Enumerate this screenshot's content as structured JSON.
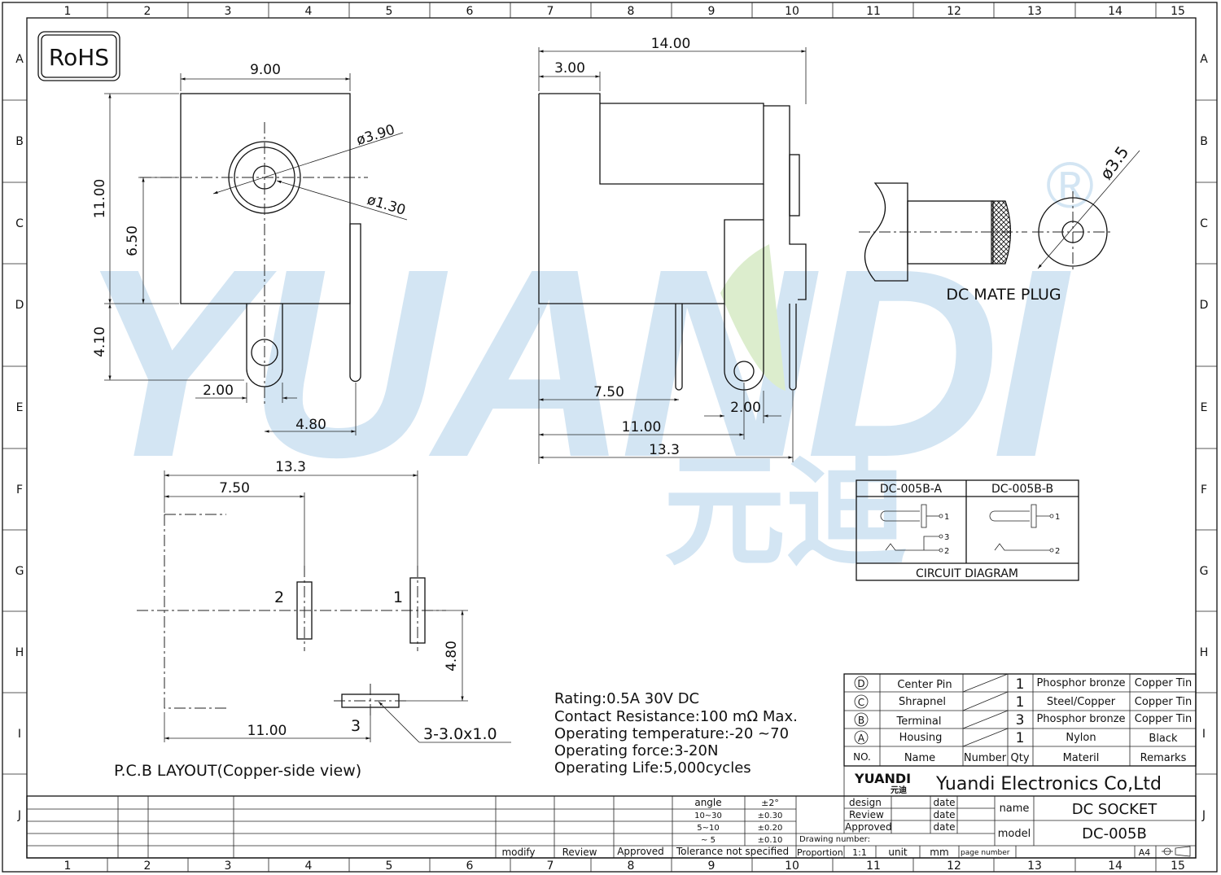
{
  "grid": {
    "columns": [
      "1",
      "2",
      "3",
      "4",
      "5",
      "6",
      "7",
      "8",
      "9",
      "10",
      "11",
      "12",
      "13",
      "14",
      "15"
    ],
    "rows": [
      "A",
      "B",
      "C",
      "D",
      "E",
      "F",
      "G",
      "H",
      "I",
      "J"
    ]
  },
  "rohs_badge": "RoHS",
  "front_view": {
    "dims": {
      "width": "9.00",
      "height": "11.00",
      "center_height": "6.50",
      "pin_depth": "4.10",
      "pin_width": "2.00",
      "pin_offset": "4.80"
    },
    "diameters": {
      "outer": "ø3.90",
      "inner": "ø1.30"
    }
  },
  "side_view": {
    "dims": {
      "total": "14.00",
      "front": "3.00",
      "d750": "7.50",
      "d1100": "11.00",
      "d133": "13.3",
      "d200": "2.00"
    }
  },
  "mate_plug": {
    "label": "DC MATE PLUG",
    "diameter": "ø3.5"
  },
  "circuit_diagram": {
    "title": "CIRCUIT DIAGRAM",
    "variant_a": "DC-005B-A",
    "variant_b": "DC-005B-B",
    "pins": {
      "p1": "1",
      "p2": "2",
      "p3": "3"
    }
  },
  "pcb_layout": {
    "title": "P.C.B LAYOUT(Copper-side view)",
    "dims": {
      "d133": "13.3",
      "d750": "7.50",
      "d480": "4.80",
      "d1100": "11.00"
    },
    "pins": {
      "p1": "1",
      "p2": "2",
      "p3": "3"
    },
    "slot": "3-3.0x1.0"
  },
  "specs": [
    "Rating:0.5A 30V DC",
    "Contact Resistance:100 mΩ Max.",
    "Operating temperature:-20 ~70",
    "Operating force:3-20N",
    "Operating Life:5,000cycles"
  ],
  "bom": {
    "rows": [
      {
        "no": "D",
        "name": "Center Pin",
        "qty": "1",
        "material": "Phosphor bronze",
        "remarks": "Copper Tin"
      },
      {
        "no": "C",
        "name": "Shrapnel",
        "qty": "1",
        "material": "Steel/Copper",
        "remarks": "Copper Tin"
      },
      {
        "no": "B",
        "name": "Terminal",
        "qty": "3",
        "material": "Phosphor bronze",
        "remarks": "Copper Tin"
      },
      {
        "no": "A",
        "name": "Housing",
        "qty": "1",
        "material": "Nylon",
        "remarks": "Black"
      }
    ],
    "header": {
      "no": "NO.",
      "name": "Name",
      "number": "Number",
      "qty": "Qty",
      "material": "Materil",
      "remarks": "Remarks"
    }
  },
  "title_block": {
    "logo": "YUANDI",
    "logo_sub": "元迪",
    "company": "Yuandi Electronics Co,Ltd",
    "design": "design",
    "review": "Review",
    "approved": "Approved",
    "date": "date",
    "name_label": "name",
    "name_value": "DC SOCKET",
    "model_label": "model",
    "model_value": "DC-005B",
    "drawing_number": "Drawing number:",
    "proportion": "Proportion",
    "proportion_value": "1:1",
    "unit": "unit",
    "unit_value": "mm",
    "page_number": "page number",
    "size": "A4",
    "tolerance": {
      "angle": "angle",
      "angle_v": "±2°",
      "r1": "10~30",
      "r1_v": "±0.30",
      "r2": "5~10",
      "r2_v": "±0.20",
      "r3": "~ 5",
      "r3_v": "±0.10",
      "note": "Tolerance not specified"
    },
    "revision": {
      "modify": "modify",
      "review": "Review",
      "approved": "Approved"
    }
  },
  "watermark": {
    "text": "YUANDI",
    "chinese": "元迪",
    "reg": "®"
  },
  "colors": {
    "line": "#111111",
    "watermark_blue": "#cfe3f2",
    "watermark_green": "#d9ecc8"
  }
}
